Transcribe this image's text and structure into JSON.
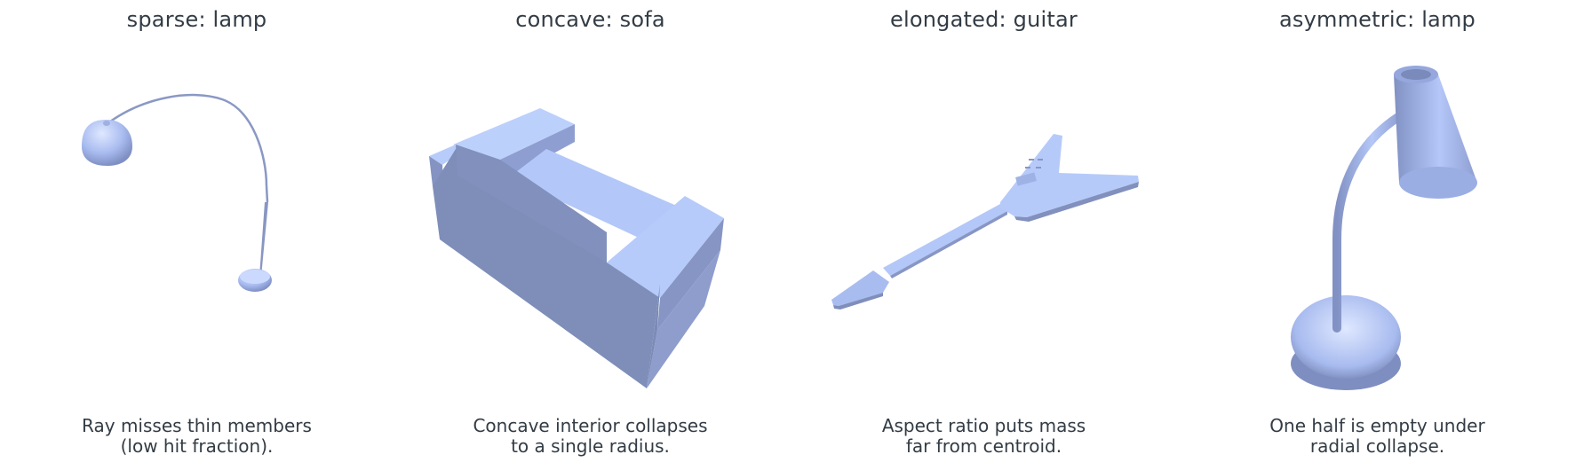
{
  "panels": [
    {
      "title": "sparse: lamp",
      "caption_lines": [
        "Ray misses thin members",
        "(low hit fraction)."
      ],
      "object_icon": "floor-lamp-render"
    },
    {
      "title": "concave: sofa",
      "caption_lines": [
        "Concave interior collapses",
        "to a single radius."
      ],
      "object_icon": "sofa-render"
    },
    {
      "title": "elongated: guitar",
      "caption_lines": [
        "Aspect ratio puts mass",
        "far from centroid."
      ],
      "object_icon": "guitar-render"
    },
    {
      "title": "asymmetric: lamp",
      "caption_lines": [
        "One half is empty under",
        "radial collapse."
      ],
      "object_icon": "desk-lamp-render"
    }
  ],
  "colors": {
    "text": "#333c45",
    "mesh_light": "#b9cdfb",
    "mesh_mid": "#9eb1e6",
    "mesh_dark": "#7a89b3"
  }
}
